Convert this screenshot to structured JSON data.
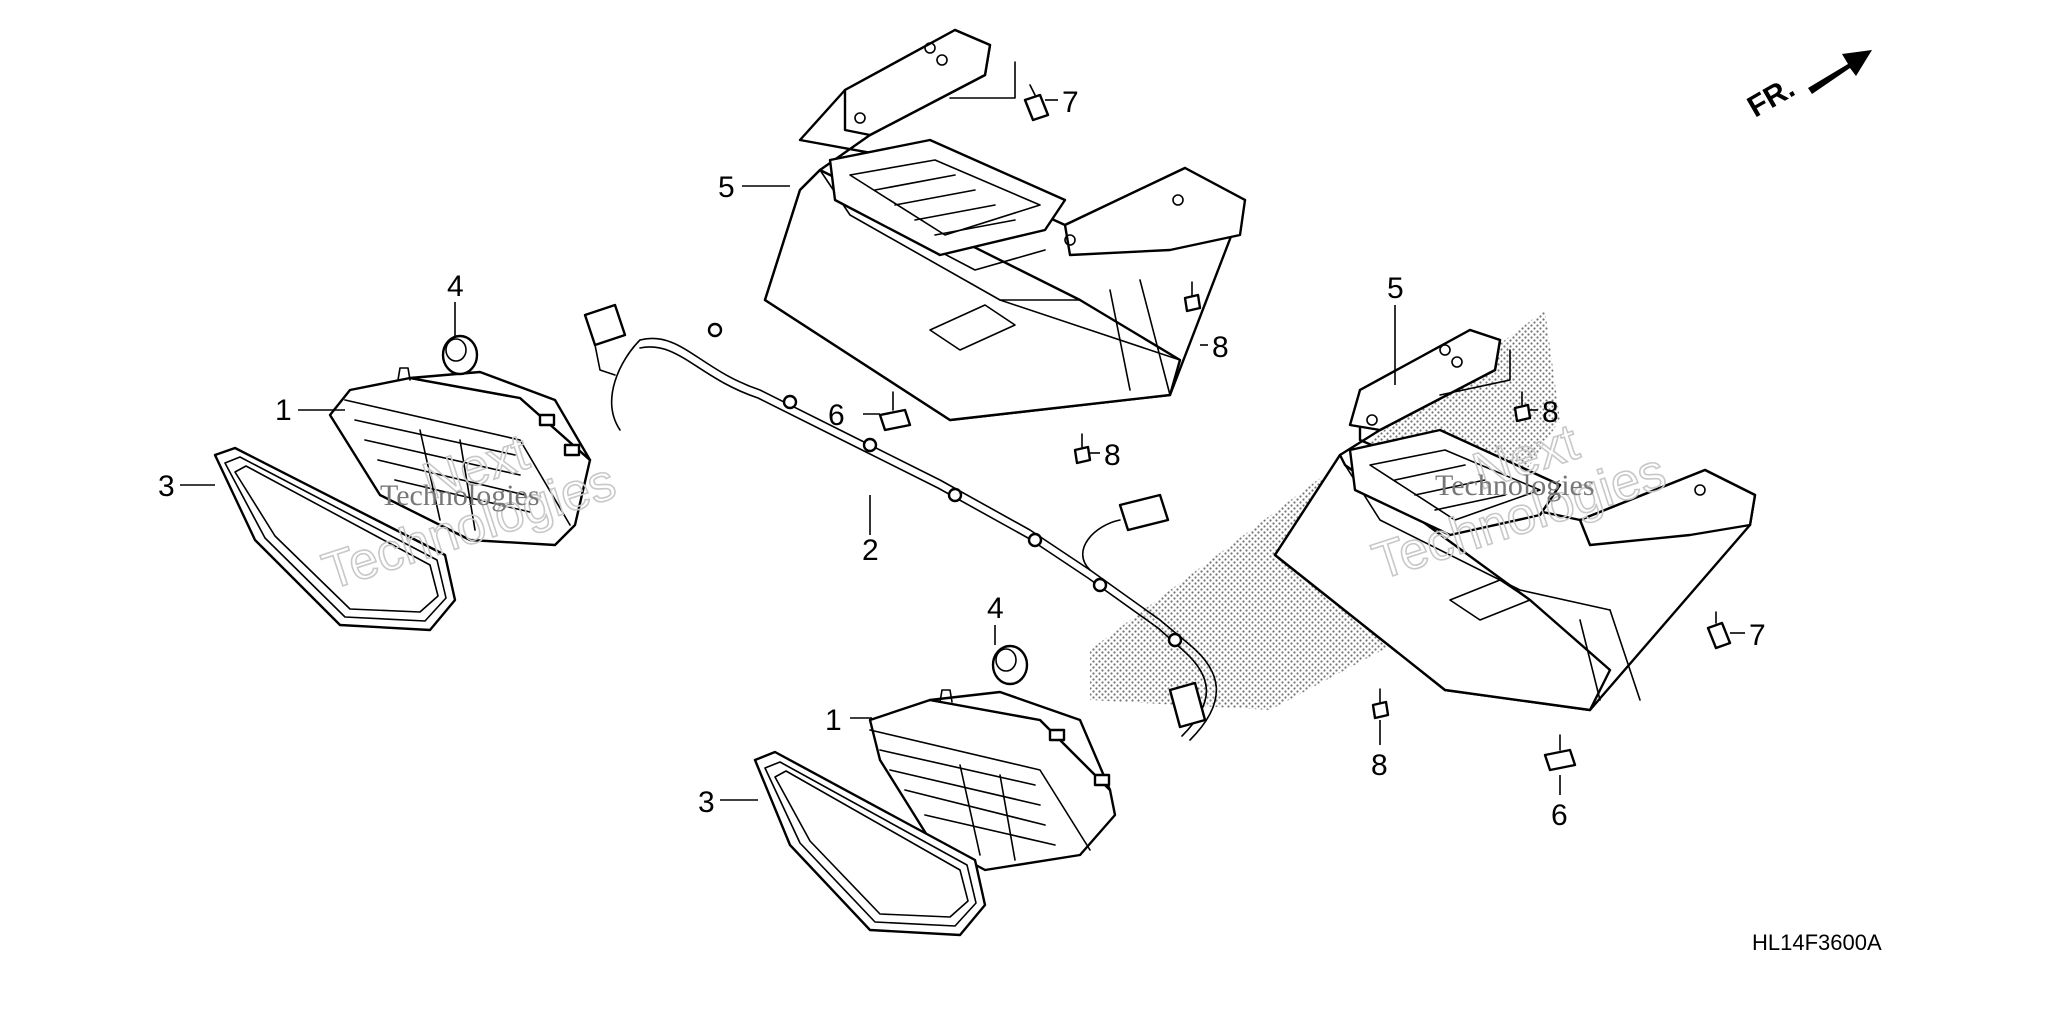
{
  "diagram": {
    "drawing_code": "HL14F3600A",
    "direction_label": "FR.",
    "watermark": {
      "line1": "Next",
      "line2": "Technologies"
    },
    "callouts": [
      {
        "id": "c1a",
        "text": "1"
      },
      {
        "id": "c1b",
        "text": "1"
      },
      {
        "id": "c2",
        "text": "2"
      },
      {
        "id": "c3a",
        "text": "3"
      },
      {
        "id": "c3b",
        "text": "3"
      },
      {
        "id": "c4a",
        "text": "4"
      },
      {
        "id": "c4b",
        "text": "4"
      },
      {
        "id": "c5a",
        "text": "5"
      },
      {
        "id": "c5b",
        "text": "5"
      },
      {
        "id": "c6a",
        "text": "6"
      },
      {
        "id": "c6b",
        "text": "6"
      },
      {
        "id": "c7a",
        "text": "7"
      },
      {
        "id": "c7b",
        "text": "7"
      },
      {
        "id": "c8a",
        "text": "8"
      },
      {
        "id": "c8b",
        "text": "8"
      },
      {
        "id": "c8c",
        "text": "8"
      },
      {
        "id": "c8d",
        "text": "8"
      }
    ]
  }
}
